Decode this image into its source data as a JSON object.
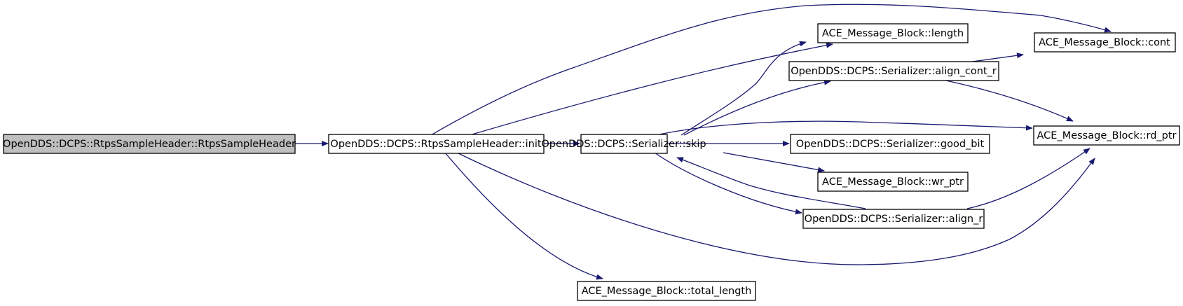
{
  "graph": {
    "colors": {
      "edge": "#191970",
      "node_fill": "#ffffff",
      "root_fill": "#bfbfbf",
      "node_border": "#000000"
    },
    "nodes": [
      {
        "id": "root",
        "label": "OpenDDS::DCPS::RtpsSampleHeader::RtpsSampleHeader",
        "highlighted": true
      },
      {
        "id": "init",
        "label": "OpenDDS::DCPS::RtpsSampleHeader::init"
      },
      {
        "id": "skip",
        "label": "OpenDDS::DCPS::Serializer::skip"
      },
      {
        "id": "length",
        "label": "ACE_Message_Block::length"
      },
      {
        "id": "align_cont_r",
        "label": "OpenDDS::DCPS::Serializer::align_cont_r"
      },
      {
        "id": "cont",
        "label": "ACE_Message_Block::cont"
      },
      {
        "id": "rd_ptr",
        "label": "ACE_Message_Block::rd_ptr"
      },
      {
        "id": "good_bit",
        "label": "OpenDDS::DCPS::Serializer::good_bit"
      },
      {
        "id": "wr_ptr",
        "label": "ACE_Message_Block::wr_ptr"
      },
      {
        "id": "align_r",
        "label": "OpenDDS::DCPS::Serializer::align_r"
      },
      {
        "id": "total_length",
        "label": "ACE_Message_Block::total_length"
      }
    ],
    "edges": [
      {
        "from": "root",
        "to": "init"
      },
      {
        "from": "init",
        "to": "cont"
      },
      {
        "from": "init",
        "to": "length"
      },
      {
        "from": "init",
        "to": "skip"
      },
      {
        "from": "init",
        "to": "rd_ptr"
      },
      {
        "from": "init",
        "to": "total_length"
      },
      {
        "from": "skip",
        "to": "length"
      },
      {
        "from": "skip",
        "to": "align_cont_r"
      },
      {
        "from": "skip",
        "to": "rd_ptr"
      },
      {
        "from": "skip",
        "to": "good_bit"
      },
      {
        "from": "skip",
        "to": "wr_ptr"
      },
      {
        "from": "skip",
        "to": "align_r"
      },
      {
        "from": "align_cont_r",
        "to": "cont"
      },
      {
        "from": "align_cont_r",
        "to": "rd_ptr"
      },
      {
        "from": "align_r",
        "to": "skip"
      },
      {
        "from": "align_r",
        "to": "rd_ptr"
      }
    ]
  }
}
